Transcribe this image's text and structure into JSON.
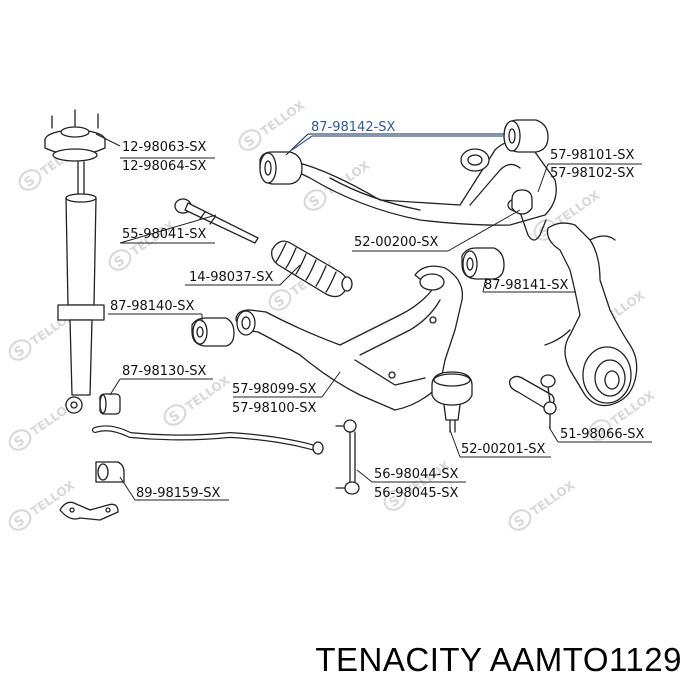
{
  "labels": {
    "p12_98063": "12-98063-SX",
    "p12_98064": "12-98064-SX",
    "p87_98142": "87-98142-SX",
    "p57_98101": "57-98101-SX",
    "p57_98102": "57-98102-SX",
    "p55_98041": "55-98041-SX",
    "p52_00200": "52-00200-SX",
    "p14_98037": "14-98037-SX",
    "p87_98141": "87-98141-SX",
    "p87_98140": "87-98140-SX",
    "p87_98130": "87-98130-SX",
    "p57_98099": "57-98099-SX",
    "p57_98100": "57-98100-SX",
    "p52_00201": "52-00201-SX",
    "p51_98066": "51-98066-SX",
    "p56_98044": "56-98044-SX",
    "p56_98045": "56-98045-SX",
    "p89_98159": "89-98159-SX"
  },
  "watermark": "STELLOX",
  "footer": "TENACITY AAMTO1129",
  "colors": {
    "line": "#222222",
    "highlight": "#2a5aa8",
    "watermark": "#d4d4d4"
  }
}
